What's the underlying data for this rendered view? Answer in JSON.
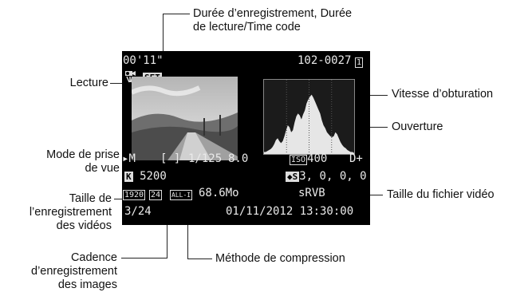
{
  "callouts": {
    "duration_1": "Durée d’enregistrement, Durée",
    "duration_2": "de lecture/Time code",
    "lecture": "Lecture",
    "shutter": "Vitesse d’obturation",
    "aperture": "Ouverture",
    "mode_1": "Mode de prise",
    "mode_2": "de vue",
    "size_1": "Taille de",
    "size_2": "l’enregistrement",
    "size_3": "des vidéos",
    "filesize": "Taille du fichier vidéo",
    "frame_1": "Cadence",
    "frame_2": "d’enregistrement",
    "frame_3": "des images",
    "compression": "Méthode de compression"
  },
  "lcd": {
    "time": "00'11\"",
    "folder_file": "102-0027",
    "protect_icon": "1",
    "set_label": "SET",
    "mode": "M",
    "shutter_speed": "1/125",
    "aperture_value": "8.0",
    "iso_prefix": "ISO",
    "iso": "400",
    "dplus": "D+",
    "wb_k": "K",
    "kelvin": "5200",
    "picture_style": "3, 0, 0, 0",
    "resolution": "1920",
    "fps": "24",
    "compression_icon": "ALL-I",
    "filesize": "68.6Mo",
    "color_space": "sRVB",
    "ratio": "3/24",
    "datetime": "01/11/2012 13:30:00"
  },
  "icons": {
    "playback": "movie-playback-icon",
    "af_frame": "af-frame-icon",
    "picture_style": "picture-style-icon"
  },
  "histogram": [
    2,
    2,
    3,
    4,
    5,
    7,
    10,
    14,
    16,
    13,
    11,
    13,
    18,
    24,
    29,
    27,
    22,
    24,
    32,
    38,
    41,
    39,
    35,
    40,
    44,
    51,
    55,
    58,
    60,
    57,
    53,
    49,
    45,
    41,
    34,
    29,
    26,
    22,
    20,
    18,
    17,
    18,
    22,
    20,
    16,
    12,
    9,
    7,
    6,
    4,
    3,
    2,
    2,
    1
  ]
}
